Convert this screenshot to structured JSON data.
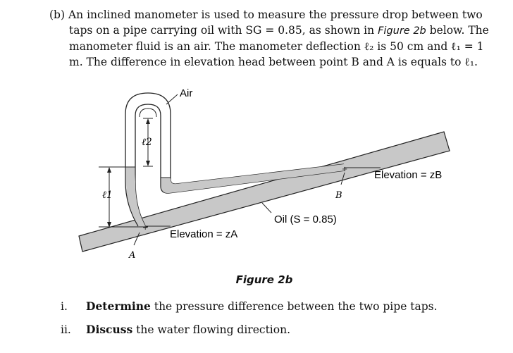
{
  "problem": {
    "label": "(b)",
    "text_1": "An inclined manometer is used to measure the pressure drop between two taps on a pipe carrying oil with SG = 0.85, as shown in ",
    "figure_ref": "Figure 2b",
    "text_2": " below. The manometer fluid is an air. The manometer deflection ℓ₂ is 50 cm and ℓ₁ = 1 m. The difference in elevation head between point B and A is equals to ℓ₁."
  },
  "figure": {
    "air_label": "Air",
    "l2_label": "ℓ2",
    "l1_label": "ℓ1",
    "elevation_b": "Elevation = zB",
    "elevation_a": "Elevation = zA",
    "point_a": "A",
    "point_b": "B",
    "oil_label": "Oil (S = 0.85)",
    "caption": "Figure 2b"
  },
  "questions": [
    {
      "num": "i.",
      "verb": "Determine",
      "rest": " the pressure difference between the two pipe taps."
    },
    {
      "num": "ii.",
      "verb": "Discuss",
      "rest": " the water flowing direction."
    }
  ],
  "colors": {
    "pipe_fill": "#c8c8c8",
    "line": "#222222"
  }
}
